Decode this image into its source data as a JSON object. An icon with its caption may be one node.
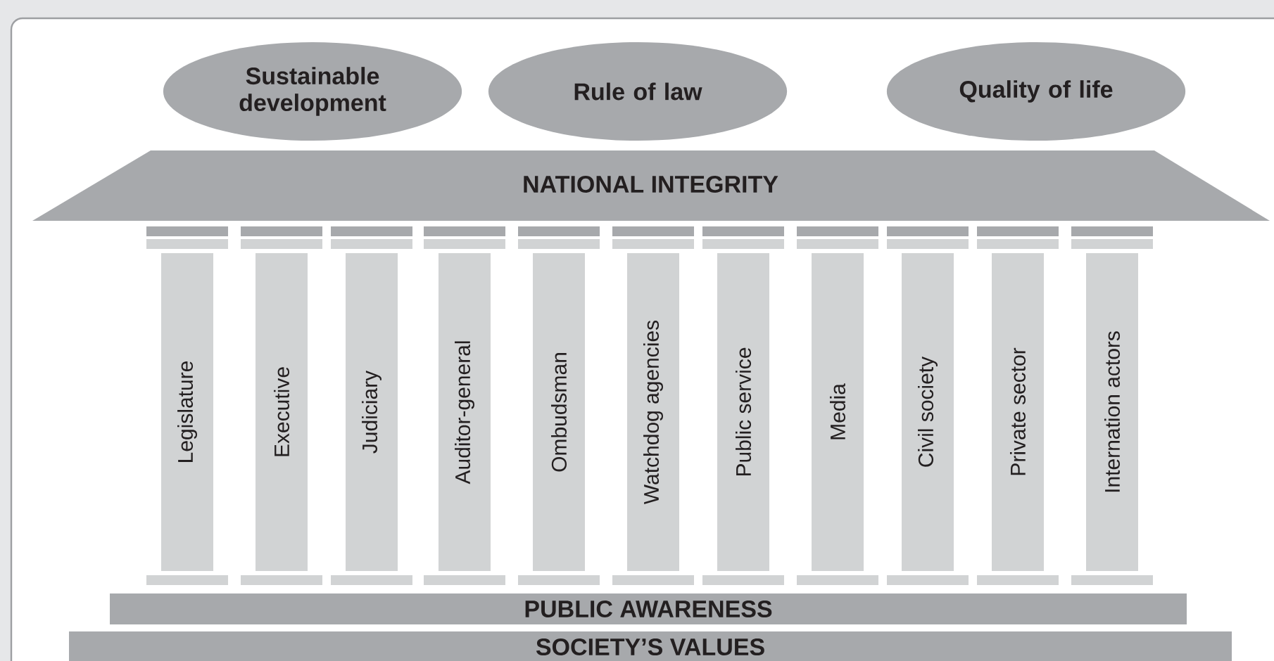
{
  "diagram": {
    "nodes": [
      {
        "text": [
          "Sustainable development"
        ]
      },
      {
        "text": [
          "Rule of law"
        ]
      },
      {
        "text": [
          "Quality of life"
        ]
      },
      {
        "text": [
          "NATIONAL INTEGRITY"
        ]
      },
      {
        "text": [
          "Legislature"
        ]
      },
      {
        "text": [
          "Executive"
        ]
      },
      {
        "text": [
          "Judiciary"
        ]
      },
      {
        "text": [
          "Auditor-general"
        ]
      },
      {
        "text": [
          "Ombudsman"
        ]
      },
      {
        "text": [
          "Watchdog agencies"
        ]
      },
      {
        "text": [
          "Public service"
        ]
      },
      {
        "text": [
          "Media"
        ]
      },
      {
        "text": [
          "Civil society"
        ]
      },
      {
        "text": [
          "Private sector"
        ]
      },
      {
        "text": [
          "Internation actors"
        ]
      },
      {
        "text": [
          "PUBLIC AWARENESS"
        ]
      },
      {
        "text": [
          "SOCIETY’S VALUES"
        ]
      }
    ]
  }
}
